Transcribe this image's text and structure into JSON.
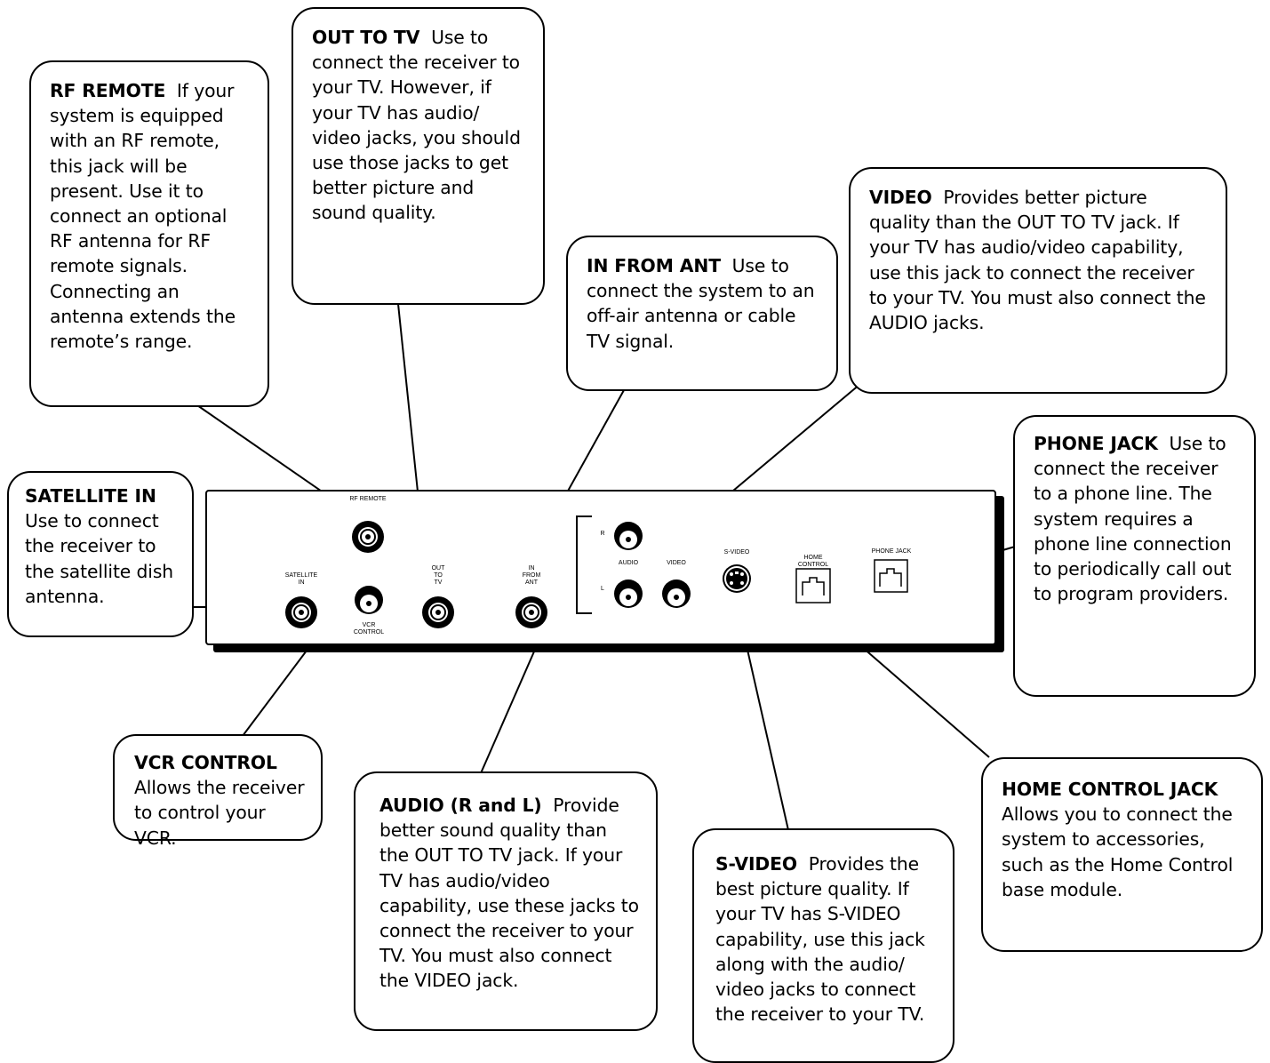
{
  "callouts": {
    "rf_remote": {
      "title": "RF REMOTE",
      "text": "If your system is equipped with an RF remote, this jack will be present. Use it to connect an optional RF antenna for RF remote signals. Connecting an antenna extends the remote’s range."
    },
    "out_to_tv": {
      "title": "OUT TO TV",
      "text": "Use to connect the receiver to your TV. However, if your TV has audio/ video jacks, you should use those jacks to get better picture and sound quality."
    },
    "in_from_ant": {
      "title": "IN FROM ANT",
      "text": "Use to connect the system to an off-air antenna or cable TV signal."
    },
    "video": {
      "title": "VIDEO",
      "text": "Provides better picture quality than the OUT TO TV jack. If your TV has audio/video capability, use this jack to connect the receiver to your TV. You must also connect the AUDIO jacks."
    },
    "satellite_in": {
      "title": "SATELLITE IN",
      "text": "Use to connect the receiver to the satellite dish antenna."
    },
    "phone_jack": {
      "title": "PHONE JACK",
      "text": "Use to connect the receiver to a phone line. The system requires a phone line connection to periodically call out to program providers."
    },
    "vcr_control": {
      "title": "VCR CONTROL",
      "text": "Allows the receiver to control your VCR."
    },
    "audio": {
      "title": "AUDIO (R and L)",
      "text": "Provide better sound quality than the OUT TO TV jack. If your TV has audio/video capability, use these jacks to connect the receiver to your TV. You must also connect the VIDEO jack."
    },
    "s_video": {
      "title": "S-VIDEO",
      "text": "Provides the best picture quality. If your TV has S-VIDEO capability, use this jack along with the audio/ video jacks to connect the receiver to your TV."
    },
    "home_control": {
      "title": "HOME CONTROL JACK",
      "text": "Allows you to connect the system to accessories, such as the Home Control base module."
    }
  },
  "panel_labels": {
    "rf_remote": "RF REMOTE",
    "satellite_in": "SATELLITE\nIN",
    "vcr_control": "VCR\nCONTROL",
    "out_to_tv": "OUT\nTO\nTV",
    "in_from_ant": "IN\nFROM\nANT",
    "r": "R",
    "l": "L",
    "audio": "AUDIO",
    "video": "VIDEO",
    "s_video": "S-VIDEO",
    "home_control": "HOME\nCONTROL",
    "phone_jack": "PHONE JACK"
  }
}
